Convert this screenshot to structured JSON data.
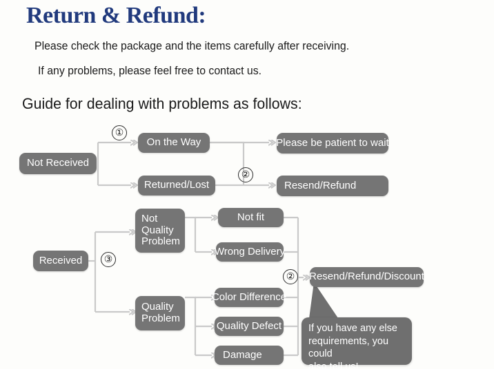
{
  "header": {
    "title": "Return & Refund:",
    "line1": "Please check the package and the items carefully after receiving.",
    "line2": "If any problems, please feel free to contact us.",
    "guide": "Guide for dealing with problems as follows:",
    "title_color": "#213a7d",
    "text_color": "#1a1a1a"
  },
  "flow": {
    "node_color": "#757575",
    "node_text_color": "#ffffff",
    "connector_color": "#c9c9c9",
    "nodes": {
      "not_received": "Not Received",
      "on_the_way": "On the Way",
      "returned_lost": "Returned/Lost",
      "please_wait": "Please be patient to wait",
      "resend_refund": "Resend/Refund",
      "received": "Received",
      "not_quality_problem": "Not\nQuality\nProblem",
      "not_quality_problem_l1": "Not",
      "not_quality_problem_l2": "Quality",
      "not_quality_problem_l3": "Problem",
      "quality_problem_l1": "Quality",
      "quality_problem_l2": "Problem",
      "not_fit": "Not fit",
      "wrong_delivery": "Wrong Delivery",
      "color_difference": "Color Difference",
      "quality_defect": "Quality Defect",
      "damage": "Damage",
      "resend_refund_discount": "Resend/Refund/Discount"
    },
    "markers": {
      "one": "①",
      "two_top": "②",
      "three": "③",
      "two_bottom": "②"
    },
    "callout": {
      "line1": "If you have any else",
      "line2": "requirements, you could",
      "line3": "also tell us!"
    }
  }
}
